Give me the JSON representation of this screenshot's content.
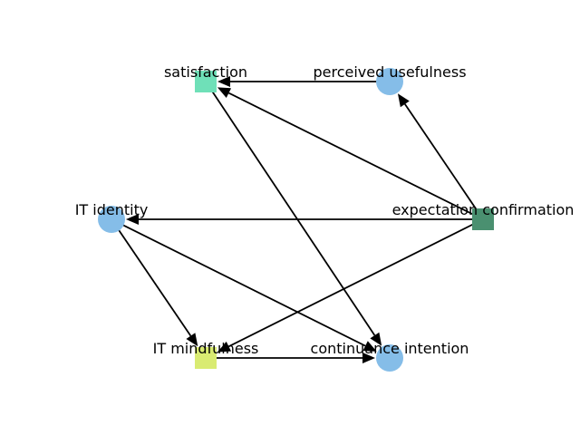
{
  "diagram": {
    "nodes": [
      {
        "id": "satisfaction",
        "label": "satisfaction",
        "shape": "square",
        "color": "#6fe0b8"
      },
      {
        "id": "perceived_usefulness",
        "label": "perceived usefulness",
        "shape": "circle",
        "color": "#85bde8"
      },
      {
        "id": "it_identity",
        "label": "IT identity",
        "shape": "circle",
        "color": "#85bde8"
      },
      {
        "id": "expectation_confirmation",
        "label": "expectation confirmation",
        "shape": "square",
        "color": "#4a9070"
      },
      {
        "id": "it_mindfulness",
        "label": "IT mindfulness",
        "shape": "square",
        "color": "#d9eb72"
      },
      {
        "id": "continuance_intention",
        "label": "continuance intention",
        "shape": "circle",
        "color": "#85bde8"
      }
    ],
    "edges": [
      {
        "from": "perceived_usefulness",
        "to": "satisfaction"
      },
      {
        "from": "expectation_confirmation",
        "to": "perceived_usefulness"
      },
      {
        "from": "expectation_confirmation",
        "to": "satisfaction"
      },
      {
        "from": "expectation_confirmation",
        "to": "it_identity"
      },
      {
        "from": "expectation_confirmation",
        "to": "it_mindfulness"
      },
      {
        "from": "satisfaction",
        "to": "continuance_intention"
      },
      {
        "from": "it_identity",
        "to": "it_mindfulness"
      },
      {
        "from": "it_identity",
        "to": "continuance_intention"
      },
      {
        "from": "it_mindfulness",
        "to": "continuance_intention"
      }
    ]
  }
}
